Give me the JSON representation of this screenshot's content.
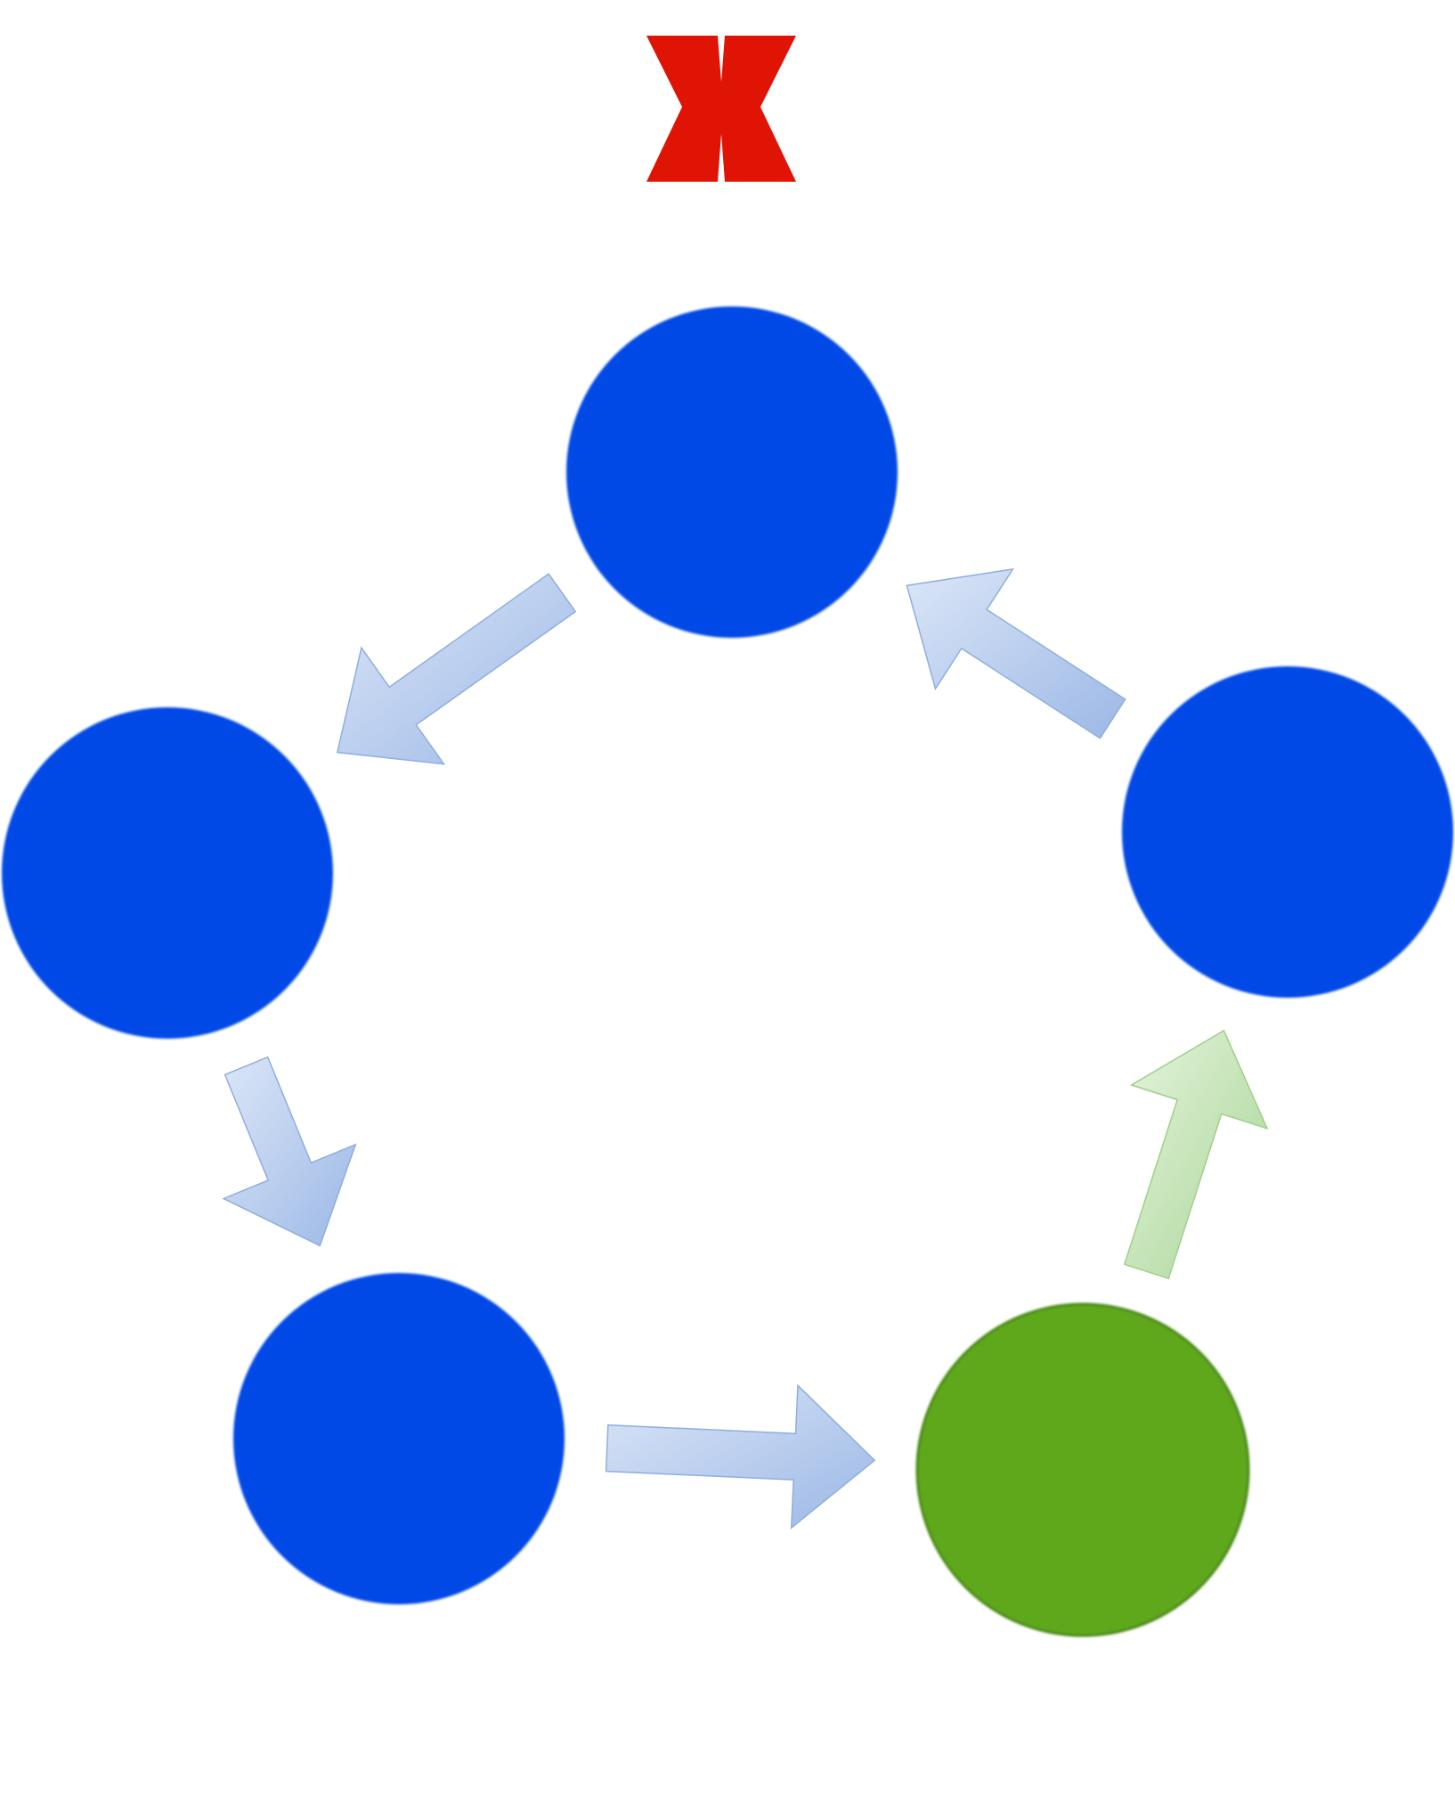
{
  "colors": {
    "background": "#ffffff",
    "node_default": "#0049e6",
    "node_highlight": "#5fa81a",
    "node_highlight_border": "#4a8a18",
    "arrow_default_light": "#c5d7f3",
    "arrow_default_dark": "#9cb8e6",
    "arrow_highlight_light": "#dff0d4",
    "arrow_highlight_dark": "#a7d596",
    "x_mark": "#e01404"
  },
  "x_mark": {
    "icon": "x-mark-icon"
  },
  "nodes": [
    {
      "id": "top",
      "state": "default"
    },
    {
      "id": "right",
      "state": "default"
    },
    {
      "id": "bottom-right",
      "state": "highlight"
    },
    {
      "id": "bottom-left",
      "state": "default"
    },
    {
      "id": "left",
      "state": "default"
    }
  ],
  "arrows": [
    {
      "from": "right",
      "to": "top",
      "state": "default"
    },
    {
      "from": "top",
      "to": "left",
      "state": "default"
    },
    {
      "from": "left",
      "to": "bottom-left",
      "state": "default"
    },
    {
      "from": "bottom-left",
      "to": "bottom-right",
      "state": "default"
    },
    {
      "from": "bottom-right",
      "to": "right",
      "state": "highlight"
    }
  ]
}
